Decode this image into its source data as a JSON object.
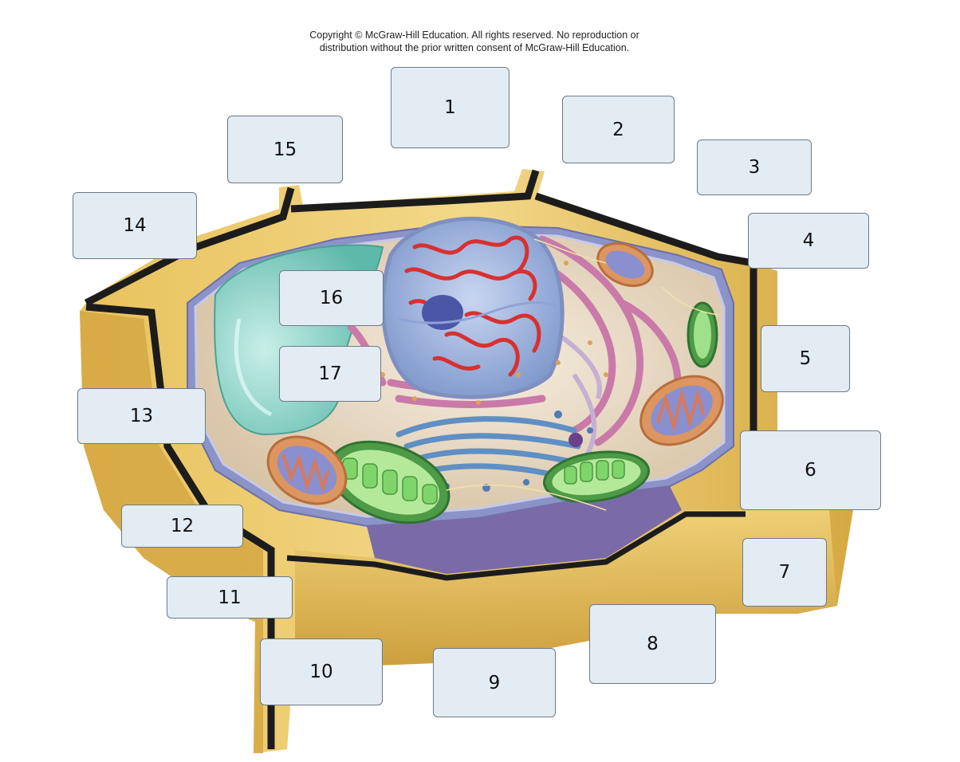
{
  "copyright": {
    "line1": "Copyright © McGraw-Hill Education.  All rights reserved. No reproduction or",
    "line2": "distribution without the prior written consent of McGraw-Hill Education."
  },
  "labels": [
    "1",
    "2",
    "3",
    "4",
    "5",
    "6",
    "7",
    "8",
    "9",
    "10",
    "11",
    "12",
    "13",
    "14",
    "15",
    "16",
    "17"
  ],
  "colors": {
    "cell_wall": "#e8c25c",
    "cell_wall_dark": "#b88d2a",
    "middle_lamella": "#1c1c1c",
    "cytoplasm": "#e9dcc9",
    "vacuole": "#8fd3c8",
    "nucleus": "#a9bde0",
    "chromatin": "#d9302f",
    "nucleolus": "#4b57a6",
    "endoplasmic_reticulum": "#c97aa9",
    "golgi": "#5f8fc4",
    "chloroplast": "#4d9a47",
    "thylakoid": "#8fe07a",
    "mitochondrion": "#dd9660",
    "plasma_membrane": "#8c93c9",
    "label_box": "#e3ebf3"
  }
}
